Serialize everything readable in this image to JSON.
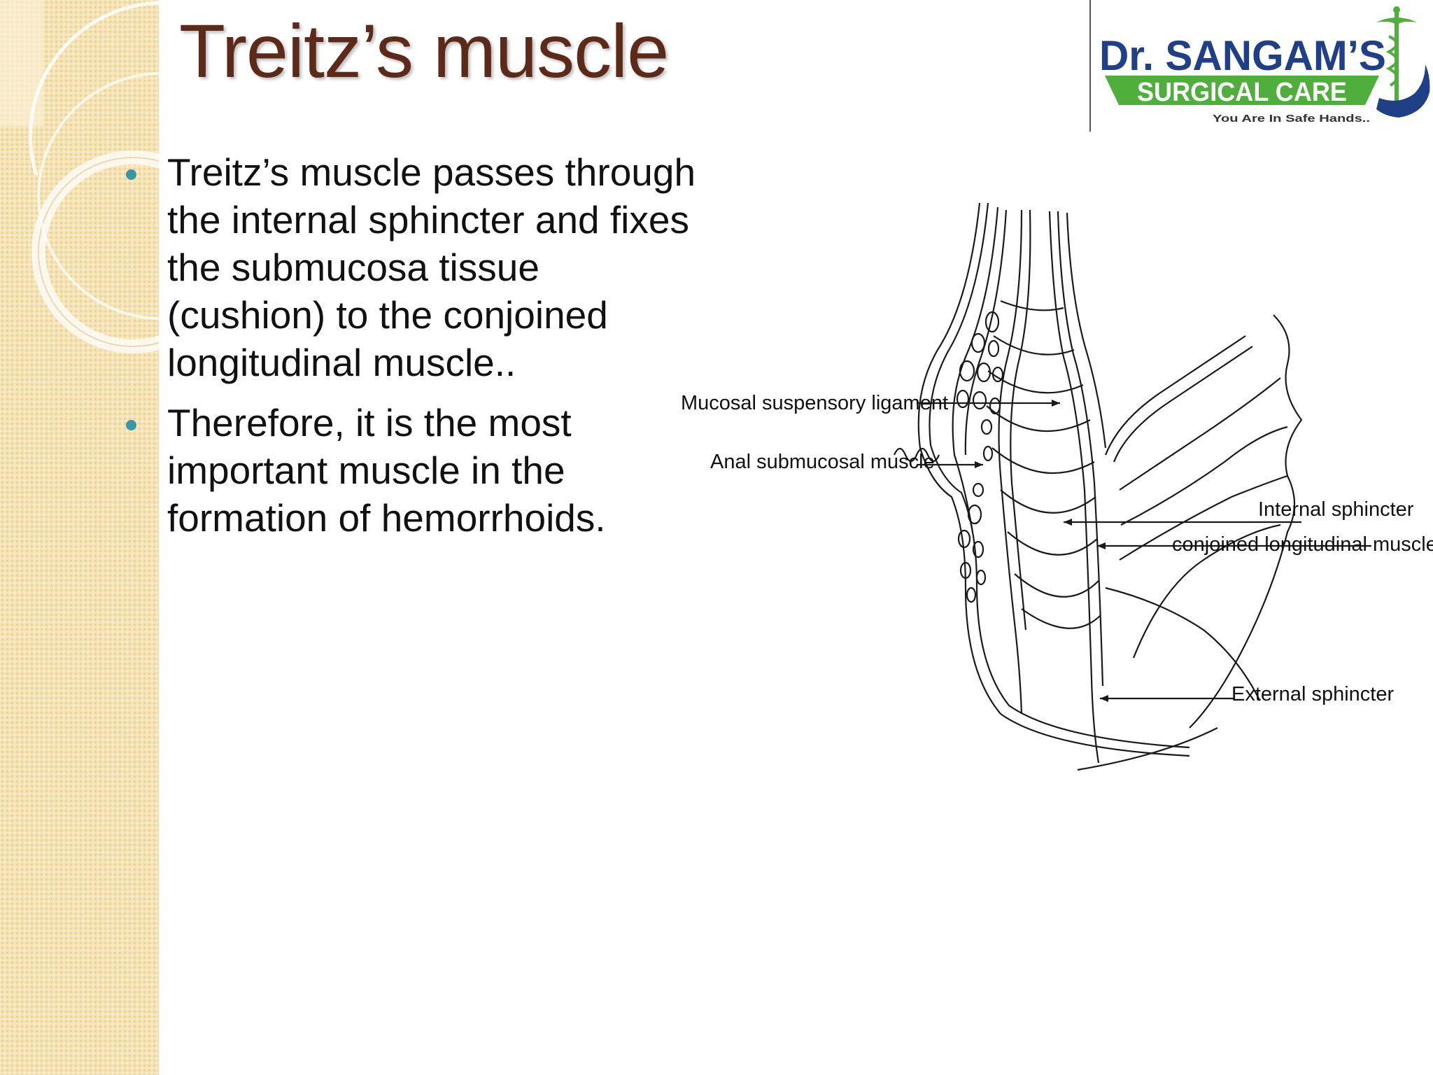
{
  "slide": {
    "title": "Treitz’s muscle",
    "bullets": [
      "Treitz’s muscle passes through the internal sphincter and fixes the submucosa tissue (cushion) to the conjoined longitudinal muscle..",
      "Therefore, it is the most important muscle in the formation of hemorrhoids."
    ]
  },
  "logo": {
    "line1": "Dr. SANGAM’S",
    "line2": "SURGICAL CARE",
    "tagline": "You Are In Safe Hands.."
  },
  "diagram": {
    "labels": {
      "mucosal_suspensory_ligament": "Mucosal suspensory ligament",
      "anal_submucosal_muscle": "Anal submucosal muscle",
      "internal_sphincter": "Internal sphincter",
      "conjoined_longitudinal_muscle": "conjoined longitudinal muscle",
      "external_sphincter": "External sphincter"
    }
  },
  "colors": {
    "title": "#5c2a19",
    "bullet": "#3a95a6",
    "side_band": "#f5e3b3",
    "logo_blue": "#1f3f86",
    "logo_green": "#4fae3c"
  }
}
